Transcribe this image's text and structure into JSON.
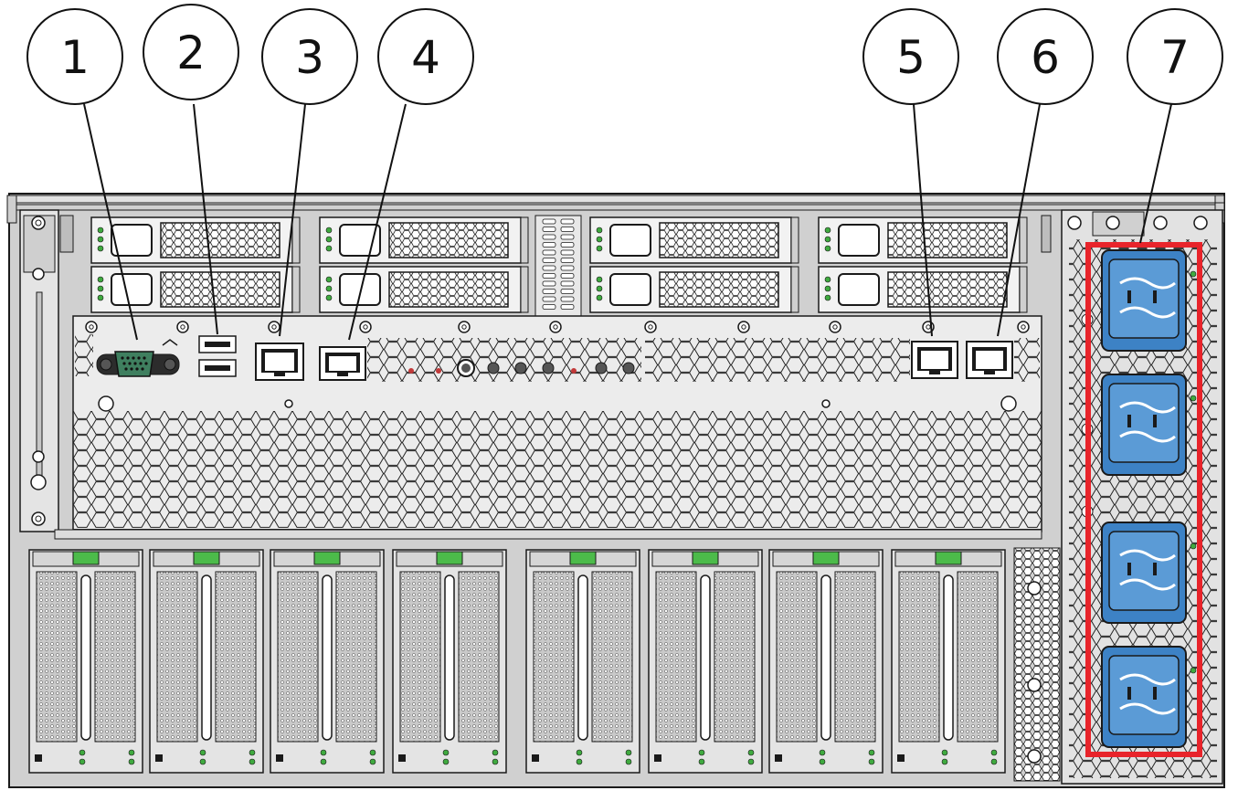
{
  "callouts": [
    {
      "id": 1,
      "label": "1"
    },
    {
      "id": 2,
      "label": "2"
    },
    {
      "id": 3,
      "label": "3"
    },
    {
      "id": 4,
      "label": "4"
    },
    {
      "id": 5,
      "label": "5"
    },
    {
      "id": 6,
      "label": "6"
    },
    {
      "id": 7,
      "label": "7"
    }
  ],
  "colors": {
    "chassis": "#d2d2d2",
    "panel": "#e8e8e8",
    "outline": "#1a1a1a",
    "psu_blue": "#3d82c5",
    "latch_green": "#4cbb4a",
    "led_green": "#3faa3f",
    "highlight_red": "#e8242b",
    "vga_green": "#3f7f5f"
  },
  "components": {
    "drive_bays": 8,
    "pcie_modules": 8,
    "power_supplies": 4
  }
}
